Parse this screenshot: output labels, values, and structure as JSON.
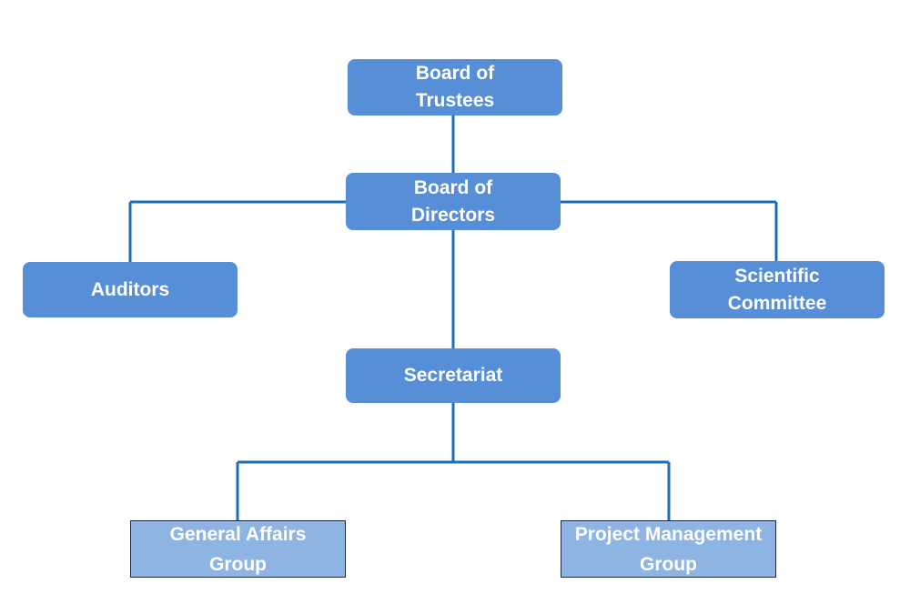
{
  "nodes": {
    "board_of_trustees": "Board of\nTrustees",
    "board_of_directors": "Board of\nDirectors",
    "auditors": "Auditors",
    "scientific_committee": "Scientific\nCommittee",
    "secretariat": "Secretariat",
    "general_affairs_group": "General Affairs\nGroup",
    "project_management_group": "Project Management\nGroup"
  },
  "colors": {
    "node_fill": "#568fd8",
    "group_fill": "#8eb4e3",
    "group_border": "#1f2a44",
    "connector": "#1c6fb6",
    "text": "#ffffff"
  }
}
